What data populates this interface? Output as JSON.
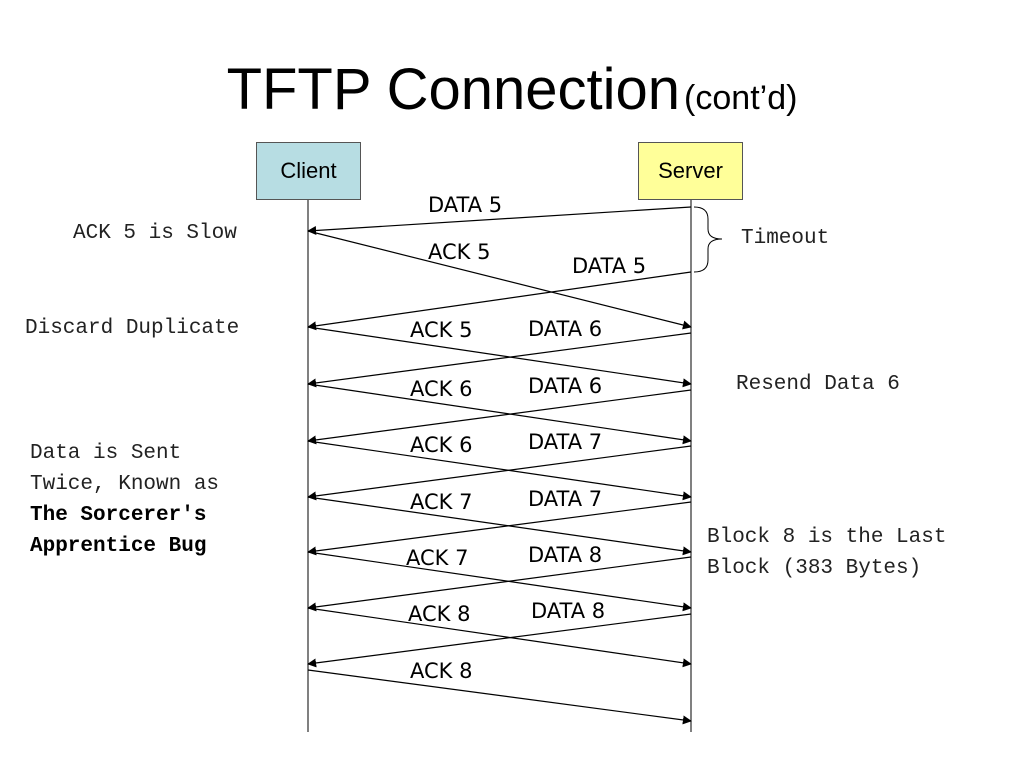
{
  "title": {
    "main": "TFTP Connection",
    "sub": "(cont’d)"
  },
  "actors": {
    "client": {
      "label": "Client",
      "fill": "#b7dde3"
    },
    "server": {
      "label": "Server",
      "fill": "#ffff99"
    }
  },
  "messages": [
    {
      "label": "DATA 5",
      "from": "server",
      "to": "client"
    },
    {
      "label": "ACK 5",
      "from": "client",
      "to": "server"
    },
    {
      "label": "DATA 5",
      "from": "server",
      "to": "client"
    },
    {
      "label": "ACK 5",
      "from": "client",
      "to": "server"
    },
    {
      "label": "DATA 6",
      "from": "server",
      "to": "client"
    },
    {
      "label": "ACK 6",
      "from": "client",
      "to": "server"
    },
    {
      "label": "DATA 6",
      "from": "server",
      "to": "client"
    },
    {
      "label": "ACK 6",
      "from": "client",
      "to": "server"
    },
    {
      "label": "DATA 7",
      "from": "server",
      "to": "client"
    },
    {
      "label": "ACK 7",
      "from": "client",
      "to": "server"
    },
    {
      "label": "DATA 7",
      "from": "server",
      "to": "client"
    },
    {
      "label": "ACK 7",
      "from": "client",
      "to": "server"
    },
    {
      "label": "DATA 8",
      "from": "server",
      "to": "client"
    },
    {
      "label": "ACK 8",
      "from": "client",
      "to": "server"
    },
    {
      "label": "DATA 8",
      "from": "server",
      "to": "client"
    },
    {
      "label": "ACK 8",
      "from": "client",
      "to": "server"
    }
  ],
  "notes": {
    "ack_slow": "ACK 5 is Slow",
    "timeout": "Timeout",
    "discard": "Discard Duplicate",
    "resend": "Resend Data 6",
    "twice": [
      "Data is Sent",
      "Twice, Known as"
    ],
    "bug": [
      "The Sorcerer's",
      "Apprentice Bug"
    ],
    "last_block": [
      "Block 8 is the Last",
      "Block (383 Bytes)"
    ]
  }
}
